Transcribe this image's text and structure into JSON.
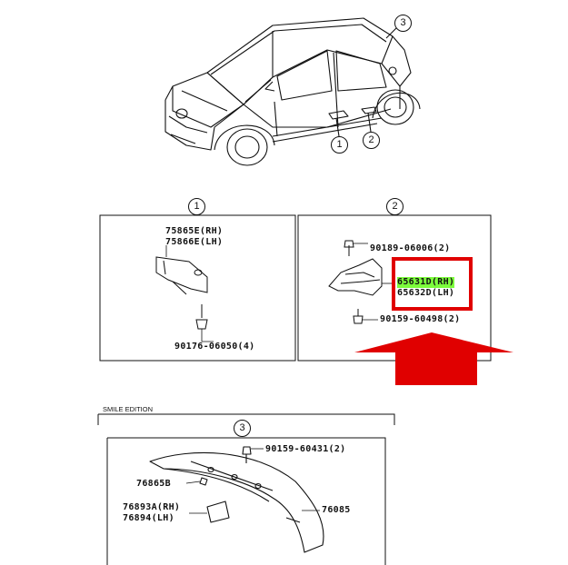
{
  "callouts": {
    "c1": "1",
    "c2": "2",
    "c3": "3"
  },
  "panel1": {
    "part_a": "75865E(RH)",
    "part_b": "75866E(LH)",
    "clip": "90176-06050(4)"
  },
  "panel2": {
    "screw_top": "90189-06006(2)",
    "part_a": "65631D(RH)",
    "part_b": "65632D(LH)",
    "screw_bottom": "90159-60498(2)"
  },
  "panel3": {
    "edition": "SMILE EDITION",
    "nut": "90159-60431(2)",
    "part_a": "76865B",
    "part_b": "76893A(RH)",
    "part_c": "76894(LH)",
    "spoiler": "76085"
  },
  "colors": {
    "highlight": "#7CFC3C",
    "annotation_red": "#E00000"
  }
}
